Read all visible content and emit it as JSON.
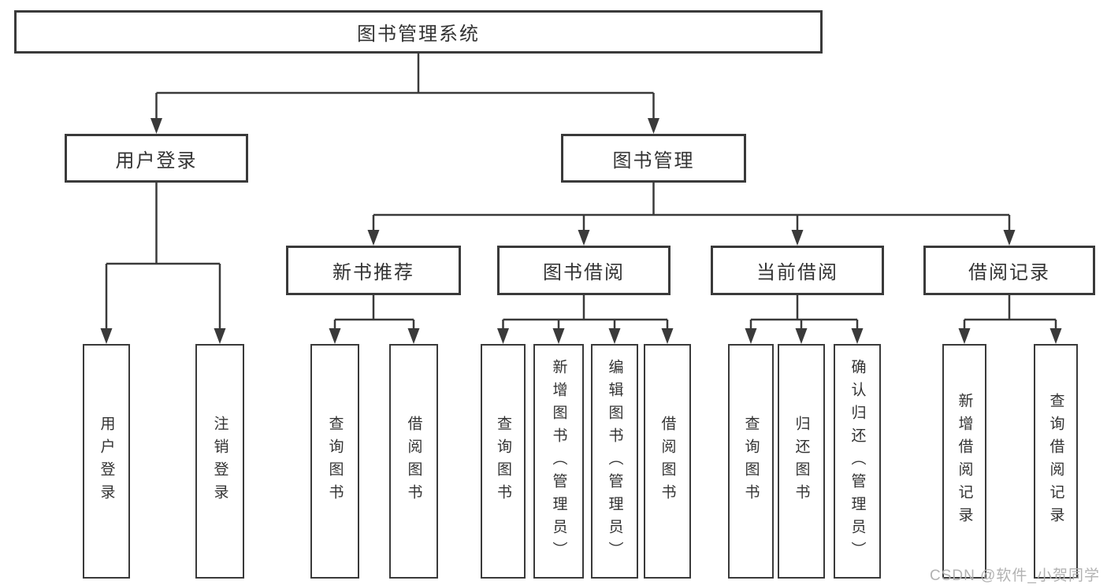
{
  "colors": {
    "line": "#3a3a3a",
    "border": "#3a3a3a",
    "text": "#333333",
    "background": "#ffffff",
    "watermark": "#b2b2b2"
  },
  "watermark": {
    "text": "CSDN @软件_小贺同学"
  },
  "tree": {
    "label": "图书管理系统",
    "children": [
      {
        "label": "用户登录",
        "children": [
          {
            "label": "用户登录"
          },
          {
            "label": "注销登录"
          }
        ]
      },
      {
        "label": "图书管理",
        "children": [
          {
            "label": "新书推荐",
            "children": [
              {
                "label": "查询图书"
              },
              {
                "label": "借阅图书"
              }
            ]
          },
          {
            "label": "图书借阅",
            "children": [
              {
                "label": "查询图书"
              },
              {
                "label": "新增图书（管理员）"
              },
              {
                "label": "编辑图书（管理员）"
              },
              {
                "label": "借阅图书"
              }
            ]
          },
          {
            "label": "当前借阅",
            "children": [
              {
                "label": "查询图书"
              },
              {
                "label": "归还图书"
              },
              {
                "label": "确认归还（管理员）"
              }
            ]
          },
          {
            "label": "借阅记录",
            "children": [
              {
                "label": "新增借阅记录"
              },
              {
                "label": "查询借阅记录"
              }
            ]
          }
        ]
      }
    ]
  }
}
